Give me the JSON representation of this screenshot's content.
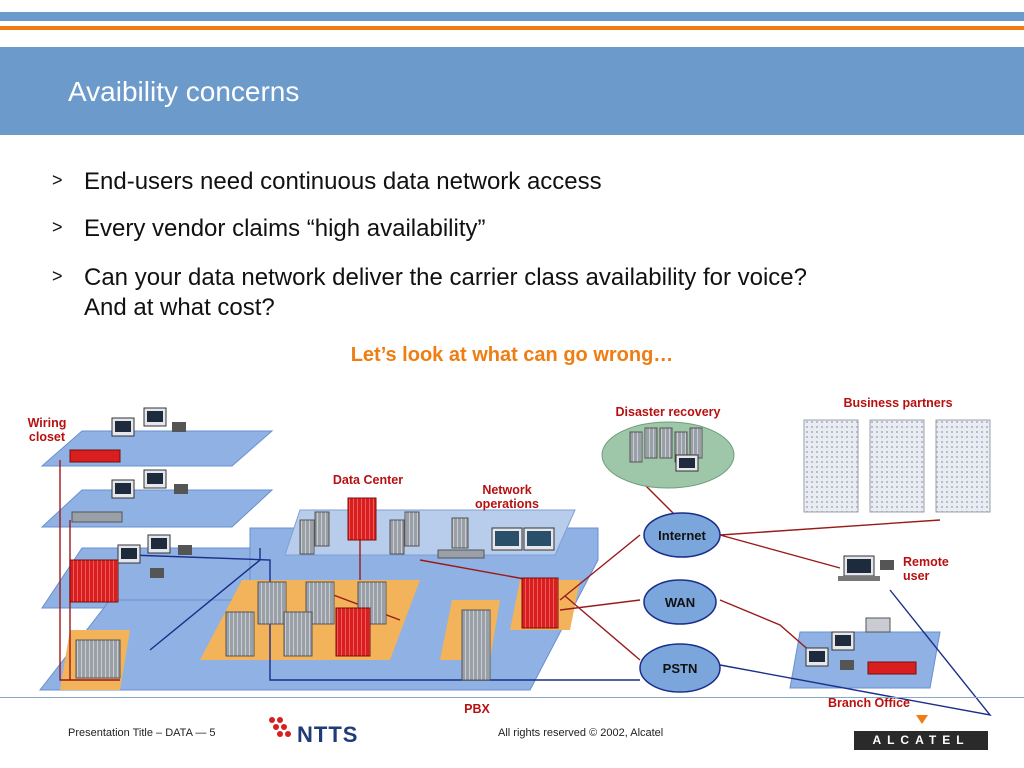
{
  "slide": {
    "title": "Avaibility concerns",
    "bullets": [
      {
        "marker": ">",
        "lines": [
          "End-users need continuous data network access"
        ]
      },
      {
        "marker": ">",
        "lines": [
          "Every vendor claims “high availability”"
        ]
      },
      {
        "marker": ">",
        "lines": [
          "Can your data network deliver the carrier class availability for voice?",
          "And at what cost?"
        ]
      }
    ],
    "callout": "Let’s look at what can go wrong…"
  },
  "diagram": {
    "labels": {
      "wiring_closet": [
        "Wiring",
        "closet"
      ],
      "data_center": "Data Center",
      "network_operations": [
        "Network",
        "operations"
      ],
      "disaster_recovery": "Disaster recovery",
      "business_partners": "Business partners",
      "remote_user": [
        "Remote",
        "user"
      ],
      "branch_office": "Branch Office",
      "pbx": "PBX"
    },
    "clouds": {
      "internet": "Internet",
      "wan": "WAN",
      "pstn": "PSTN"
    },
    "colors": {
      "label_red": "#b81010",
      "floor_blue": "#8fb1e3",
      "zone_orange": "#f3b35a",
      "device_red": "#d81e1e",
      "link_blue": "#1a2e8a",
      "link_red": "#9a1a1a"
    }
  },
  "footer": {
    "presentation": "Presentation Title  –  DATA  —  5",
    "logo_text": "NTTS",
    "copyright": "All rights reserved © 2002, Alcatel",
    "brand": "ALCATEL"
  },
  "theme": {
    "title_band": "#6b9acb",
    "top_bar_blue": "#6b9acb",
    "top_bar_orange": "#f07d12",
    "callout": "#f07d12"
  }
}
